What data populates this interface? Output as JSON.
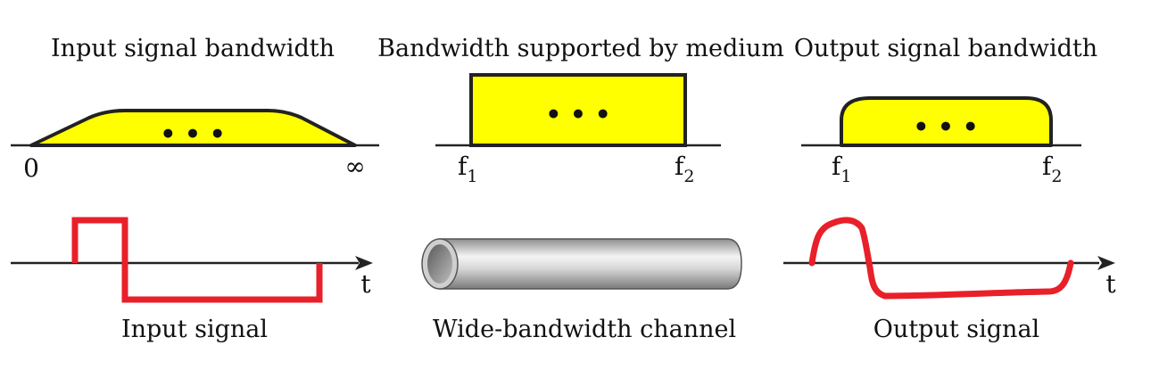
{
  "colors": {
    "band_fill": "#ffff00",
    "outline": "#222222",
    "signal": "#e8202a",
    "axis": "#222222",
    "channel_light": "#f2f2f2",
    "channel_dark": "#8a8a8a"
  },
  "panels": {
    "input_bandwidth": {
      "title": "Input signal bandwidth",
      "left_label": "0",
      "right_label": "∞",
      "ellipsis": "• • •"
    },
    "medium_bandwidth": {
      "title": "Bandwidth supported by medium",
      "left_label_base": "f",
      "left_label_sub": "1",
      "right_label_base": "f",
      "right_label_sub": "2",
      "ellipsis": "• • •"
    },
    "output_bandwidth": {
      "title": "Output signal bandwidth",
      "left_label_base": "f",
      "left_label_sub": "1",
      "right_label_base": "f",
      "right_label_sub": "2",
      "ellipsis": "• • •"
    },
    "input_signal": {
      "caption": "Input signal",
      "time_label": "t"
    },
    "channel": {
      "caption": "Wide-bandwidth channel",
      "icon": "cylinder-pipe"
    },
    "output_signal": {
      "caption": "Output signal",
      "time_label": "t"
    }
  }
}
